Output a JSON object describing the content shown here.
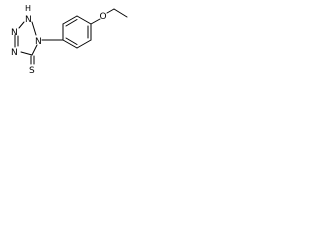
{
  "atoms": {
    "n1": "N",
    "n2": "N",
    "n3": "N",
    "n4": "N",
    "h": "H",
    "s": "S",
    "o": "O"
  },
  "colors": {
    "ink": "#000000",
    "background": "#ffffff"
  }
}
